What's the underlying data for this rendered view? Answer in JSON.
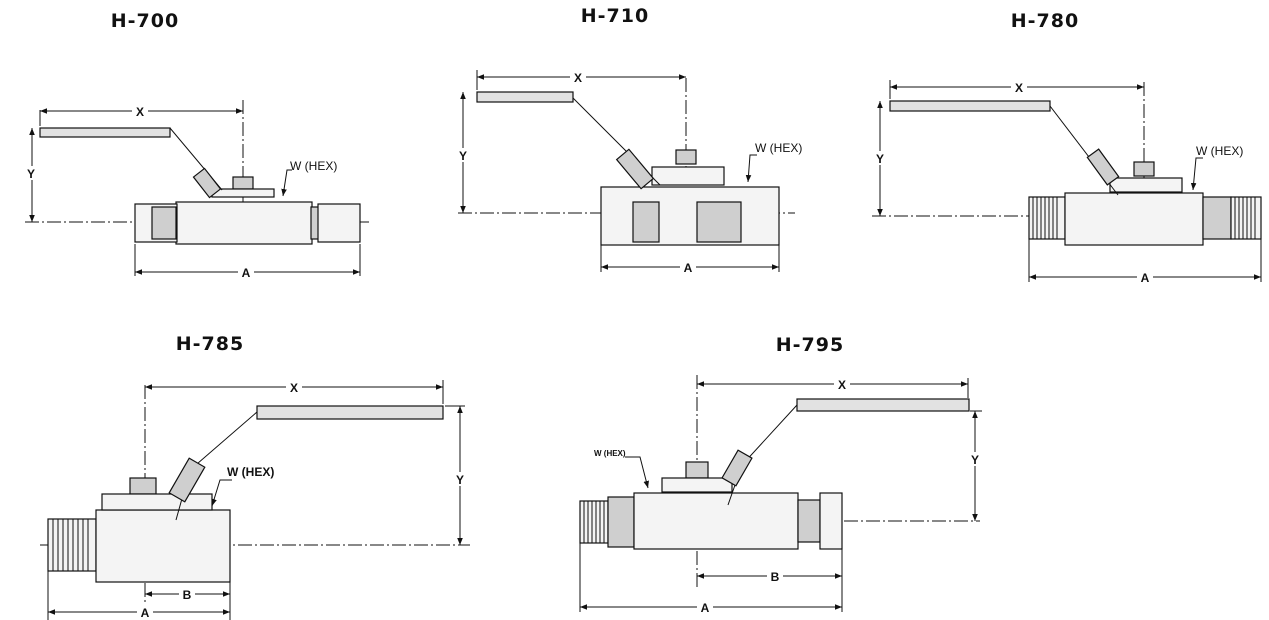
{
  "valves": [
    {
      "model": "H-700",
      "dims": {
        "x": "X",
        "y": "Y",
        "a": "A"
      },
      "hex_label": "W (HEX)"
    },
    {
      "model": "H-710",
      "dims": {
        "x": "X",
        "y": "Y",
        "a": "A"
      },
      "hex_label": "W (HEX)"
    },
    {
      "model": "H-780",
      "dims": {
        "x": "X",
        "y": "Y",
        "a": "A"
      },
      "hex_label": "W (HEX)"
    },
    {
      "model": "H-785",
      "dims": {
        "x": "X",
        "y": "Y",
        "a": "A",
        "b": "B"
      },
      "hex_label": "W (HEX)"
    },
    {
      "model": "H-795",
      "dims": {
        "x": "X",
        "y": "Y",
        "a": "A",
        "b": "B"
      },
      "hex_label": "W (HEX)"
    }
  ]
}
